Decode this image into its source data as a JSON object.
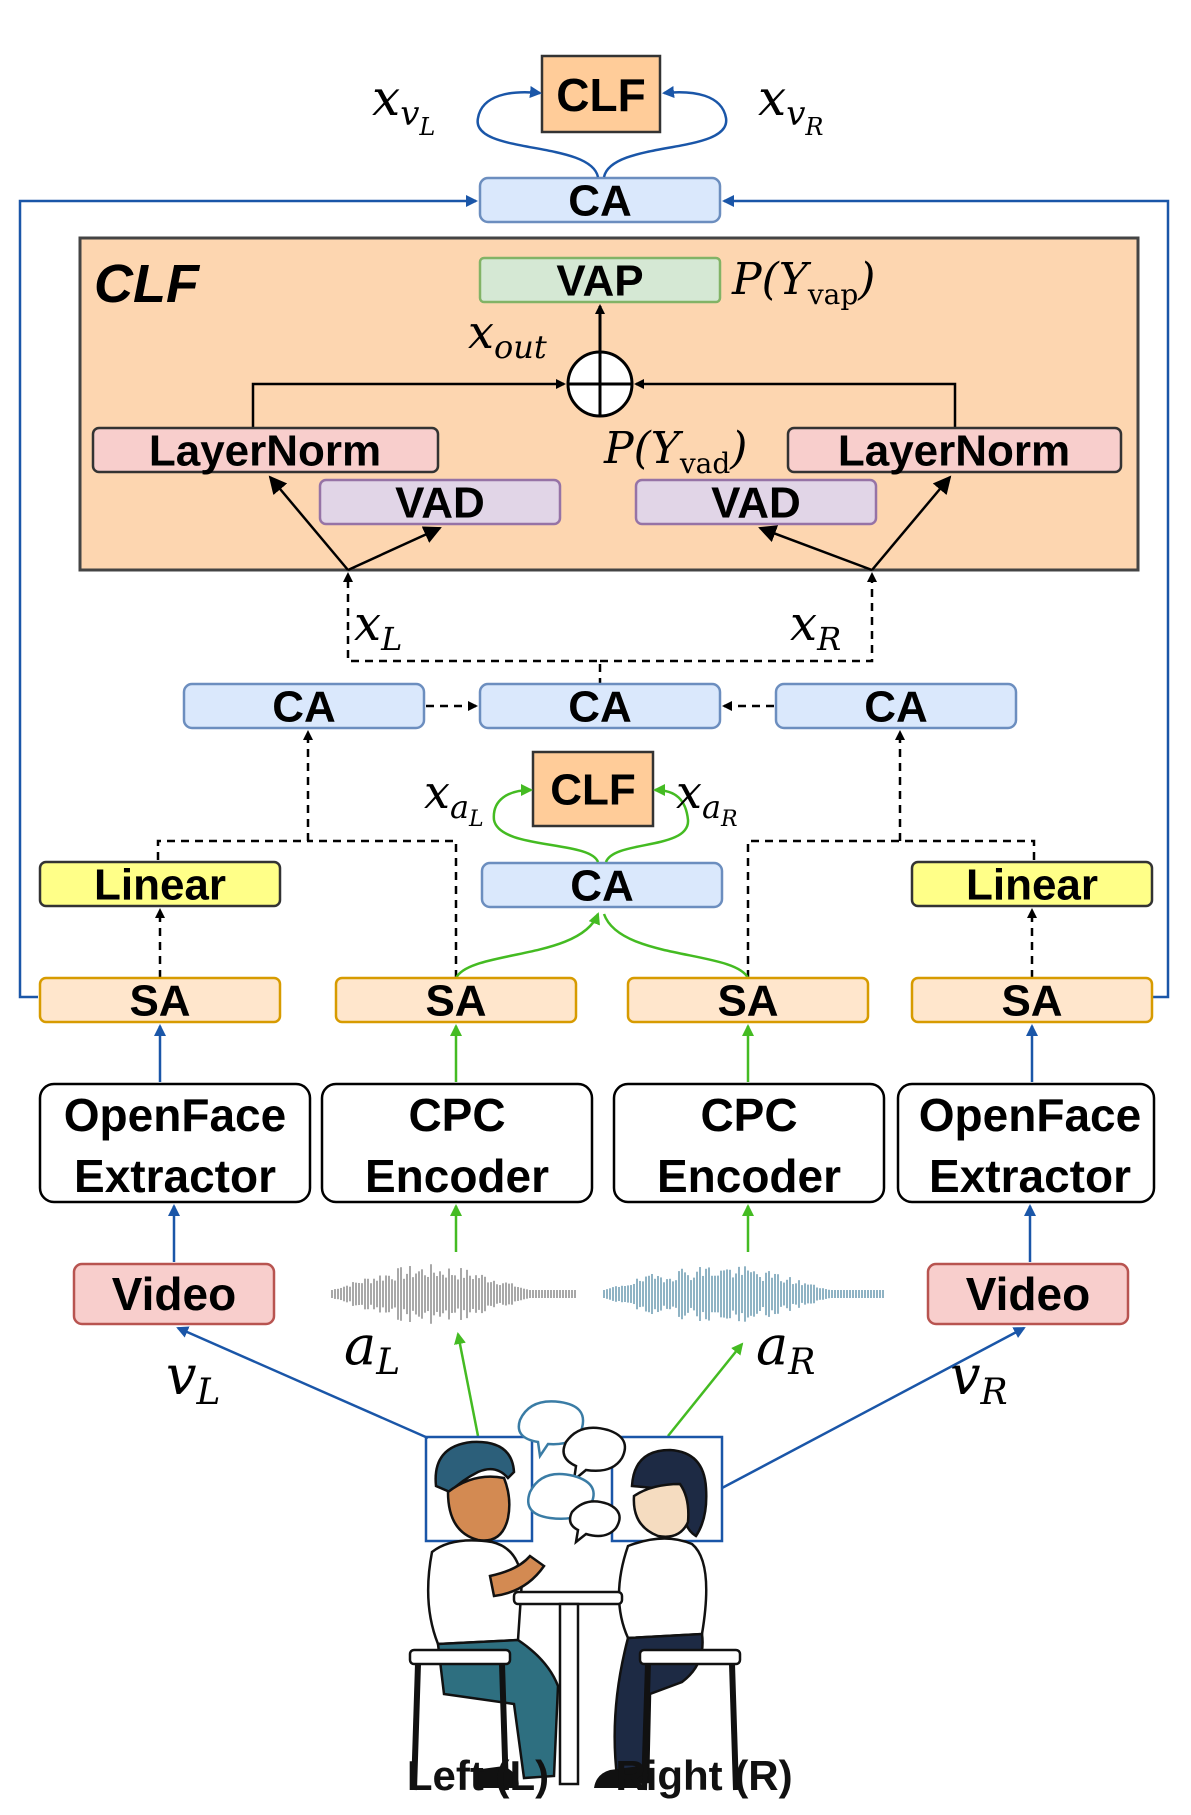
{
  "top": {
    "clf": "CLF",
    "ca": "CA",
    "x_left": "x",
    "x_left_sub": "v",
    "x_left_subsub": "L",
    "x_right": "x",
    "x_right_sub": "v",
    "x_right_subsub": "R"
  },
  "clf_panel": {
    "title": "CLF",
    "vap": "VAP",
    "p_vap": "P(Y",
    "p_vap_sub": "vap",
    "p_vap_close": ")",
    "x_out": "x",
    "x_out_sub": "out",
    "layernorm_left": "LayerNorm",
    "layernorm_right": "LayerNorm",
    "vad_left": "VAD",
    "vad_right": "VAD",
    "p_vad": "P(Y",
    "p_vad_sub": "vad",
    "p_vad_close": ")"
  },
  "mid": {
    "x_L": "x",
    "x_L_sub": "L",
    "x_R": "x",
    "x_R_sub": "R",
    "ca_left": "CA",
    "ca_center": "CA",
    "ca_right": "CA"
  },
  "audio_fusion": {
    "clf": "CLF",
    "ca": "CA",
    "x_aL": "x",
    "x_aL_sub": "a",
    "x_aL_subsub": "L",
    "x_aR": "x",
    "x_aR_sub": "a",
    "x_aR_subsub": "R"
  },
  "linear_left": "Linear",
  "linear_right": "Linear",
  "sa": [
    "SA",
    "SA",
    "SA",
    "SA"
  ],
  "extractors": [
    {
      "line1": "OpenFace",
      "line2": "Extractor"
    },
    {
      "line1": "CPC",
      "line2": "Encoder"
    },
    {
      "line1": "CPC",
      "line2": "Encoder"
    },
    {
      "line1": "OpenFace",
      "line2": "Extractor"
    }
  ],
  "video_left": "Video",
  "video_right": "Video",
  "inputs": {
    "vL": "v",
    "vL_sub": "L",
    "aL": "a",
    "aL_sub": "L",
    "aR": "a",
    "aR_sub": "R",
    "vR": "v",
    "vR_sub": "R"
  },
  "captions": {
    "left": "Left (L)",
    "right": "Right (R)"
  },
  "colors": {
    "blue_box": "#dae8fc",
    "blue_stroke": "#6c8ebf",
    "orange_box": "#ffcc99",
    "orange_panel": "#fdd6b0",
    "green_box": "#d5e8d4",
    "pink_box": "#f8cecc",
    "purple_box": "#e1d5e7",
    "yellow_box": "#ffff88",
    "sa_box": "#ffe6cc",
    "arrow_blue": "#1a56a8",
    "arrow_green": "#44bb22"
  },
  "icons": [
    "waveform-left-icon",
    "waveform-right-icon",
    "conversation-illustration"
  ]
}
